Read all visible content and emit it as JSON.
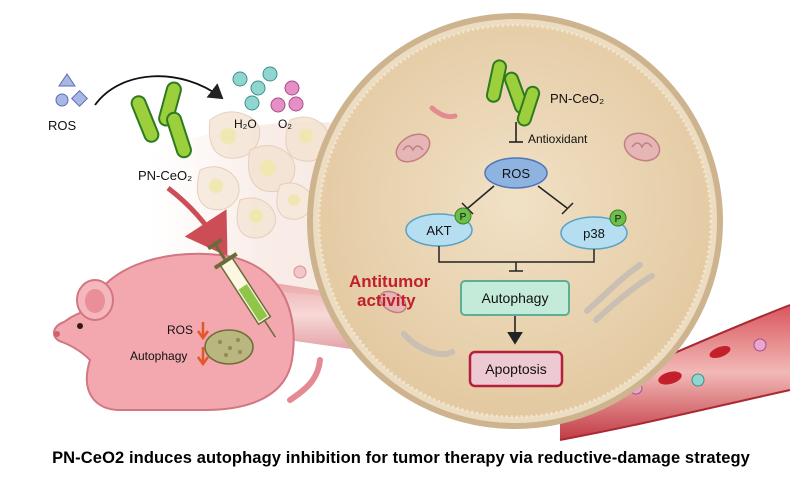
{
  "diagram": {
    "left_panel": {
      "ros_label": "ROS",
      "material_label": "PN-CeO₂",
      "h2o_label": "H₂O",
      "o2_label": "O₂"
    },
    "mouse": {
      "ros_label": "ROS",
      "autophagy_label": "Autophagy"
    },
    "cell": {
      "material_label": "PN-CeO₂",
      "antioxidant_label": "Antioxidant",
      "ros_node": "ROS",
      "akt_node": "AKT",
      "p38_node": "p38",
      "phospho_badge": "P",
      "antitumor_line1": "Antitumor",
      "antitumor_line2": "activity",
      "autophagy_node": "Autophagy",
      "apoptosis_node": "Apoptosis"
    }
  },
  "caption": "PN-CeO2 induces autophagy inhibition for tumor therapy via reductive-damage strategy",
  "colors": {
    "nanorod_fill": "#9ccf3c",
    "nanorod_stroke": "#2d7a1f",
    "cell_fill": "#ead5b4",
    "membrane": "#d7c09a",
    "node_blue": "#a9d6ea",
    "phospho_green": "#6dbf4b",
    "autophagy_box": "#bfe6d6",
    "apoptosis_box": "#e9c6d0",
    "apoptosis_border": "#b3203a",
    "antitumor_text": "#c0202a",
    "mouse_pink": "#f2a5ad",
    "vessel_red": "#c63a45",
    "down_arrow": "#e2572b"
  }
}
